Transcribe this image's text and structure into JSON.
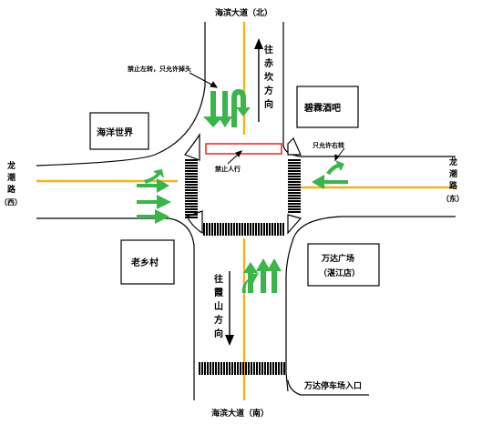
{
  "roads": {
    "north": "海滨大道（北）",
    "south": "海滨大道（南）",
    "west": [
      "龙",
      "潮",
      "路",
      "（西）"
    ],
    "east": [
      "龙",
      "潮",
      "路",
      "（东）"
    ]
  },
  "directions": {
    "to_chikan": [
      "往",
      "赤",
      "坎",
      "方",
      "向"
    ],
    "to_xiashan": [
      "往",
      "霞",
      "山",
      "方",
      "向"
    ]
  },
  "notes": {
    "no_left_turn": "禁止左转，只允许掉头",
    "no_pedestrian": "禁止人行",
    "right_turn_only": "只允许右转"
  },
  "buildings": {
    "haiyang": "海洋世界",
    "bilin": "碧霖酒吧",
    "laoxiang": "老乡村",
    "wanda_line1": "万达广场",
    "wanda_line2": "（湛江店）",
    "parking": "万达停车场入口"
  },
  "colors": {
    "arrow": "#39b54a",
    "centerline": "#f2b51b",
    "no_pedestrian_box": "#e8261f"
  }
}
